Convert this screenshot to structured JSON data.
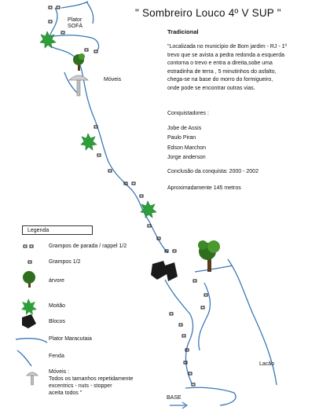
{
  "title": "\" Sombreiro Louco 4º V SUP \"",
  "grade": "Tradicional",
  "description": "\"Localizada no município de Bom jardim - RJ - 1º\ntrevo que se avista a pedra redonda  a esquerda\ncontorna o trevo e entra a direita,sobe uma\nestradinha de terra , 5 minutinhos do asfalto,\nchega-se na base do morro do formigueiro,\nonde pode se encontrar outras vias.",
  "conquerors_heading": "Conquistadores :",
  "conquerors": [
    "Jobe de Assis",
    "Paulo Piran",
    "Edson Marchon",
    "Jorge anderson"
  ],
  "completion": "Conclusão da conquista: 2000 - 2002",
  "length": "Aproximadamente 145 metros",
  "map_labels": {
    "plator_sofa": "Plator\nSOFÁ",
    "moveis": "Móveis",
    "lacao": "Lacão",
    "base": "BASE"
  },
  "legend": {
    "title": "Legenda",
    "items": [
      {
        "icon": "double-bolt-icon",
        "label": "Grampos de parada / rappel 1/2"
      },
      {
        "icon": "bolt-icon",
        "label": "Grampos 1/2"
      },
      {
        "icon": "tree-icon",
        "label": "árvore"
      },
      {
        "icon": "bush-icon",
        "label": "Moitão"
      },
      {
        "icon": "boulder-icon",
        "label": "Blocos"
      },
      {
        "icon": "ledge-icon",
        "label": "Plator  Maracutaia"
      },
      {
        "icon": "crack-icon",
        "label": "Fenda"
      }
    ],
    "moveis_text": "Móveis :\nTodos os tamanhos repetidamente\nexcentrics - nuts - stopper\naceita todos \""
  },
  "colors": {
    "crack": "#3a78b8",
    "bush": "#2e9e3a",
    "tree_dark": "#2f6e1f",
    "boulder": "#1a1a1a"
  }
}
